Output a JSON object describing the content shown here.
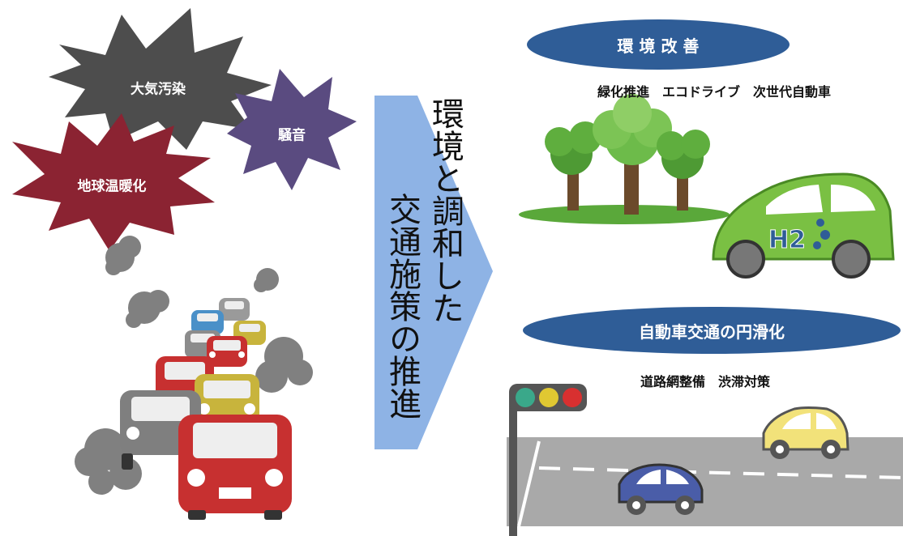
{
  "bursts": {
    "air_pollution": "大気汚染",
    "noise": "騒音",
    "global_warming": "地球温暖化"
  },
  "center_text": {
    "col1": "環境と調和した",
    "col2": "交通施策の推進"
  },
  "environment": {
    "title": "環 境 改 善",
    "subtitle": "緑化推進　エコドライブ　次世代自動車",
    "h2_label": "H2"
  },
  "traffic": {
    "title": "自動車交通の円滑化",
    "subtitle": "道路網整備　渋滞対策"
  },
  "colors": {
    "pill": "#2f5d97",
    "burst_air": "#4d4d4d",
    "burst_noise": "#5a4b80",
    "burst_warming": "#8b2332",
    "arrow": "#7aa6e0",
    "road": "#a9a9a9",
    "signal_green": "#3aa88a",
    "signal_yellow": "#e0c832",
    "signal_red": "#d83030"
  }
}
